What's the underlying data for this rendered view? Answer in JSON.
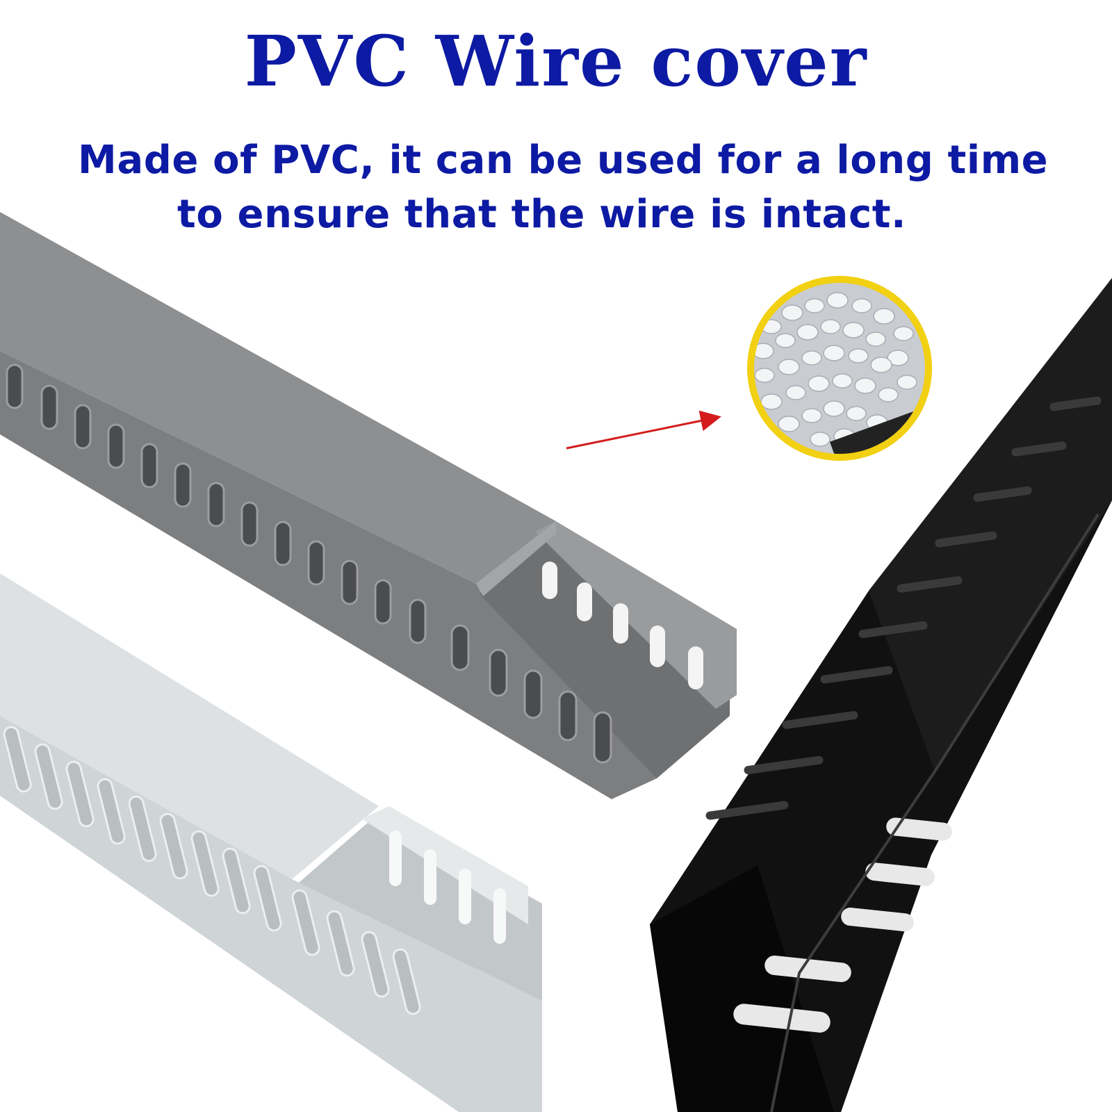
{
  "title": "PVC Wire cover",
  "subtitle": {
    "line1": "Made of PVC, it can be used for a long time",
    "line2": "to ensure that the wire is intact."
  },
  "colors": {
    "text": "#0d1aa3",
    "gray_duct": "#8a8b8d",
    "white_duct": "#d9dde0",
    "black_duct": "#0d0d0d",
    "ring": "#f2d012",
    "arrow": "#d41c1c"
  },
  "products": [
    {
      "name": "gray-wire-duct"
    },
    {
      "name": "white-wire-duct"
    },
    {
      "name": "black-wire-duct"
    }
  ],
  "inset": {
    "subject": "pvc-granules"
  }
}
